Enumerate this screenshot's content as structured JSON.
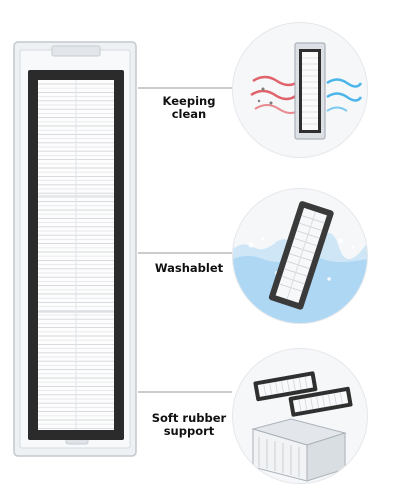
{
  "features": [
    {
      "label": "Keeping clean",
      "icon": "airflow-filter-illustration"
    },
    {
      "label": "Washablet",
      "icon": "water-splash-filter-illustration"
    },
    {
      "label": "Soft rubber support",
      "icon": "filter-pair-in-housing-illustration"
    }
  ],
  "colors": {
    "frame": "#2a2a2a",
    "housing": "#e9ecef",
    "pleat": "#d7dadf",
    "water": "#6fb3e6",
    "leader": "#9a9a9a",
    "airflow_dirty": "#e0626a",
    "airflow_clean": "#4ab5e8"
  }
}
